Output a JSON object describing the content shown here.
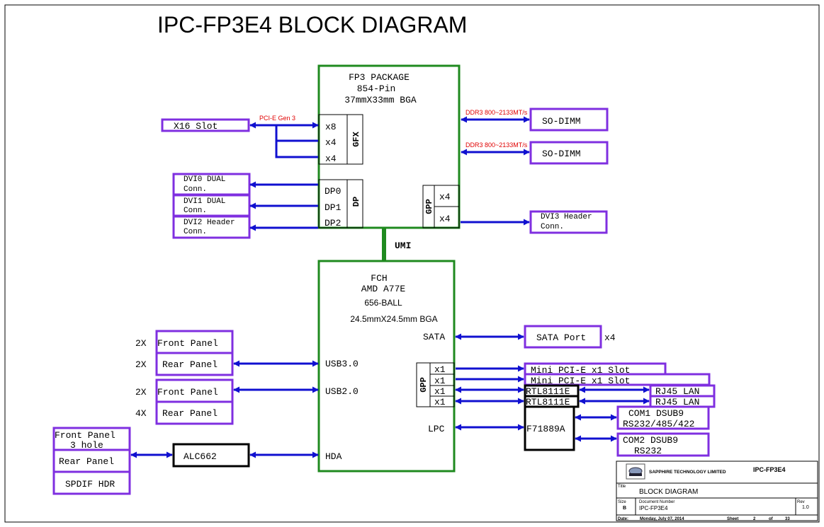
{
  "title": "IPC-FP3E4 BLOCK DIAGRAM",
  "colors": {
    "chip_border": "#1f8a1f",
    "connector_border": "#7f2fe0",
    "arrow": "#1010d0",
    "bus_label": "#e00000",
    "text": "#000000",
    "frame": "#000000"
  },
  "cpu": {
    "name": "FP3 PACKAGE",
    "pins": "854-Pin",
    "package": "37mmX33mm BGA",
    "gfx_label": "GFX",
    "gfx_lanes": [
      "x8",
      "x4",
      "x4"
    ],
    "dp_label": "DP",
    "dp_ports": [
      "DP0",
      "DP1",
      "DP2"
    ],
    "gpp_label": "GPP",
    "gpp_lanes": [
      "x4",
      "x4"
    ]
  },
  "umi_label": "UMI",
  "fch": {
    "name": "FCH",
    "model": "AMD A77E",
    "balls": "656-BALL",
    "package": "24.5mmX24.5mm BGA",
    "ports": {
      "sata": "SATA",
      "usb3": "USB3.0",
      "usb2": "USB2.0",
      "lpc": "LPC",
      "hda": "HDA"
    },
    "gpp_label": "GPP",
    "gpp_lanes": [
      "x1",
      "x1",
      "x1",
      "x1"
    ]
  },
  "pcie_bus_label": "PCI-E Gen 3",
  "ddr_bus_label": "DDR3 800~2133MT/s",
  "left": {
    "x16_slot": "X16 Slot",
    "dvi0": [
      "DVI0 DUAL",
      "Conn."
    ],
    "dvi1": [
      "DVI1 DUAL",
      "Conn."
    ],
    "dvi2": [
      "DVI2 Header",
      "Conn."
    ],
    "usb_front_30": {
      "mult": "2X",
      "label": "Front Panel"
    },
    "usb_rear_30": {
      "mult": "2X",
      "label": "Rear Panel"
    },
    "usb_front_20": {
      "mult": "2X",
      "label": "Front Panel"
    },
    "usb_rear_20": {
      "mult": "4X",
      "label": "Rear Panel"
    },
    "audio_front": [
      "Front Panel",
      "3 hole"
    ],
    "audio_rear": "Rear Panel",
    "spdif": "SPDIF HDR",
    "codec": "ALC662"
  },
  "right": {
    "sodimm1": "SO-DIMM",
    "sodimm2": "SO-DIMM",
    "dvi3": [
      "DVI3 Header",
      "Conn."
    ],
    "sata_port": "SATA Port",
    "sata_mult": "x4",
    "mpcie1": "Mini PCI-E x1 Slot",
    "mpcie2": "Mini PCI-E x1 Slot",
    "lan_chip1": "RTL8111E",
    "lan_chip2": "RTL8111E",
    "rj45_1": "RJ45 LAN",
    "rj45_2": "RJ45 LAN",
    "superio": "F71889A",
    "com1": [
      "COM1 DSUB9",
      "RS232/485/422"
    ],
    "com2": [
      "COM2 DSUB9",
      "RS232"
    ]
  },
  "title_block": {
    "company": "SAPPHIRE TECHNOLOGY LIMITED",
    "project": "IPC-FP3E4",
    "title_label": "Title",
    "title_value": "BLOCK DIAGRAM",
    "size_label": "Size",
    "size_value": "B",
    "doc_label": "Document Number",
    "doc_value": "IPC-FP3E4",
    "rev_label": "Rev",
    "rev_value": "1.0",
    "date_label": "Date:",
    "date_value": "Monday, July 07, 2014",
    "sheet_label": "Sheet",
    "sheet_value": "2",
    "of_label": "of",
    "total_sheets": "33"
  }
}
